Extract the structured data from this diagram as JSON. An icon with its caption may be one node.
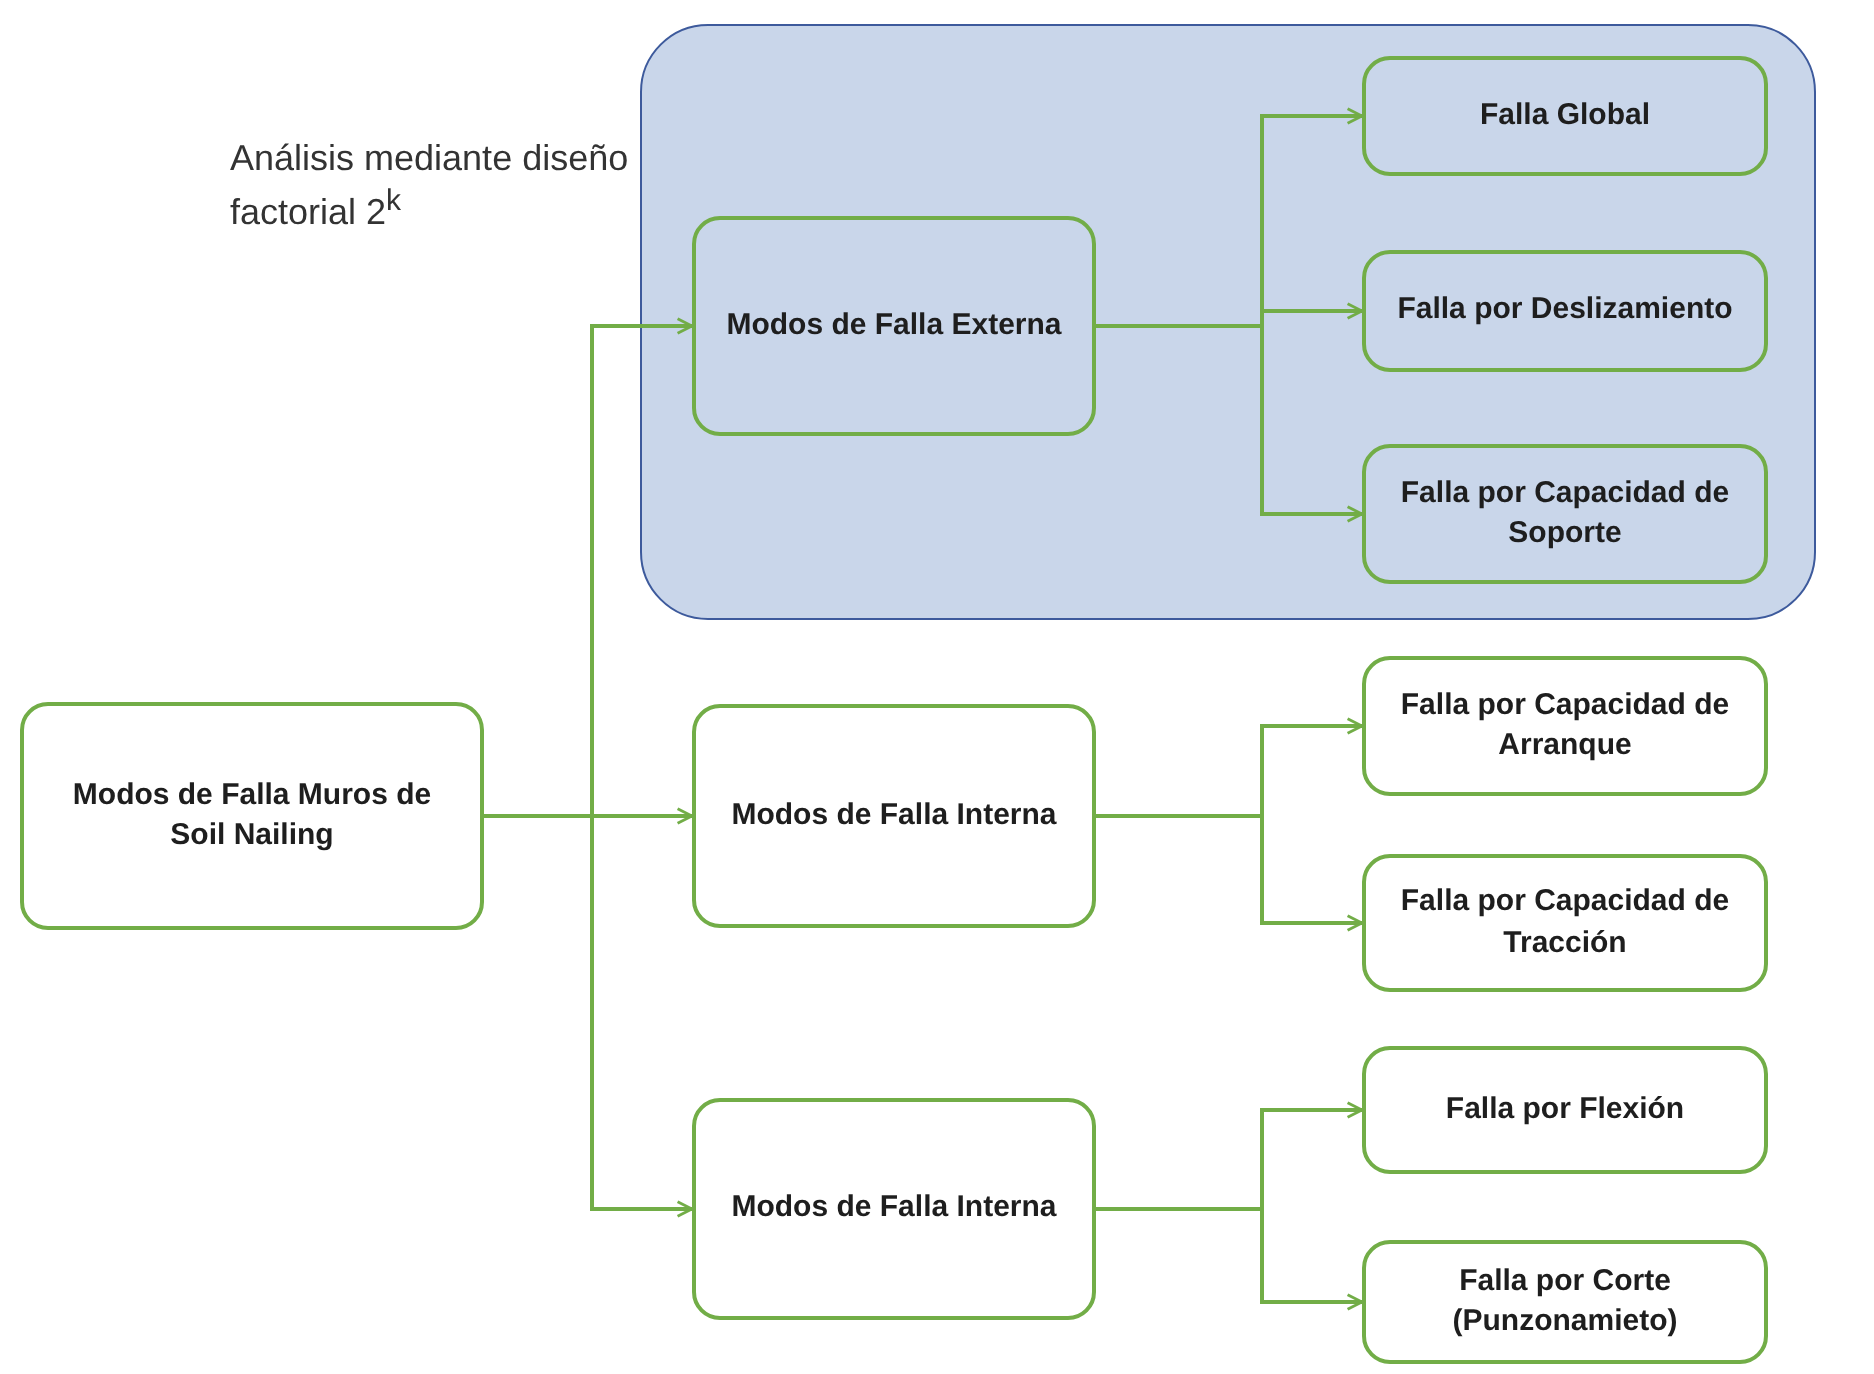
{
  "diagram": {
    "nodes": [
      {
        "text": [
          "Análisis mediante diseño factorial 2$^{k}$"
        ]
      },
      {
        "text": [
          "Modos de Falla Externa"
        ],
        "in": 0
      },
      {
        "text": [
          "Falla Global"
        ],
        "in": 0
      },
      {
        "text": [
          "Falla por Deslizamiento"
        ],
        "in": 0
      },
      {
        "text": [
          "Falla por Capacidad de Soporte"
        ],
        "in": 0
      },
      {
        "text": [
          "Modos de Falla Muros de Soil Nailing"
        ]
      },
      {
        "text": [
          "Modos de Falla Interna"
        ]
      },
      {
        "text": [
          "Falla por Capacidad de Arranque"
        ]
      },
      {
        "text": [
          "Falla por Capacidad de Tracción"
        ]
      },
      {
        "text": [
          "Modos de Falla Interna"
        ]
      },
      {
        "text": [
          "Falla por Flexión"
        ]
      },
      {
        "text": [
          "Falla por Corte (Punzonamieto)"
        ]
      }
    ],
    "edges": [
      {
        "from": 5,
        "to": 1,
        "arrow": "to"
      },
      {
        "from": 5,
        "to": 6,
        "arrow": "to"
      },
      {
        "from": 5,
        "to": 9,
        "arrow": "to"
      },
      {
        "from": 1,
        "to": 2,
        "arrow": "to"
      },
      {
        "from": 1,
        "to": 3,
        "arrow": "to"
      },
      {
        "from": 1,
        "to": 4,
        "arrow": "to"
      },
      {
        "from": 6,
        "to": 7,
        "arrow": "to"
      },
      {
        "from": 6,
        "to": 8,
        "arrow": "to"
      },
      {
        "from": 9,
        "to": 10,
        "arrow": "to"
      },
      {
        "from": 9,
        "to": 11,
        "arrow": "to"
      }
    ]
  }
}
